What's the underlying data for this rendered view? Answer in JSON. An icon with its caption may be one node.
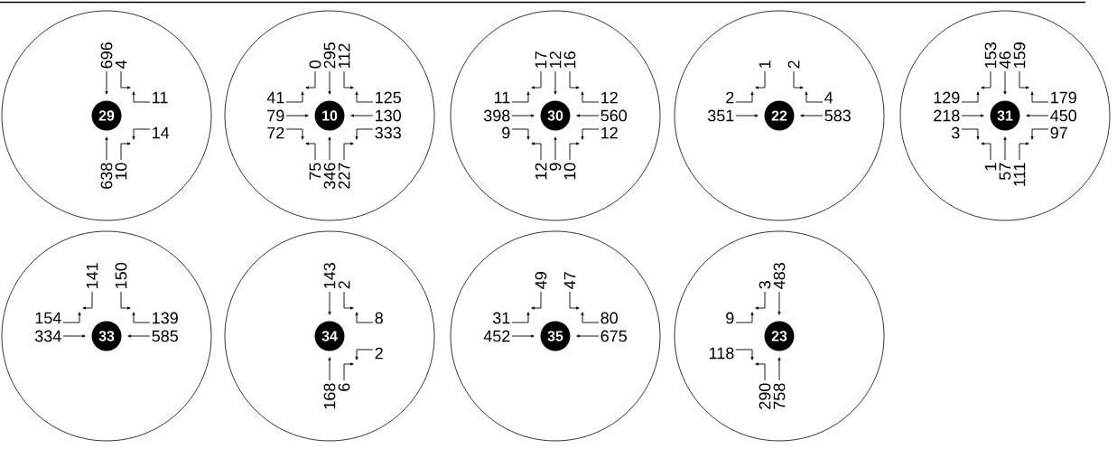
{
  "diagram": {
    "nodes": [
      {
        "text": [],
        "shape": "circle"
      },
      {
        "text": [
          "29"
        ],
        "in": 0,
        "beside": [
          "696",
          "4",
          "11",
          "14",
          "638",
          "10"
        ]
      },
      {
        "text": [],
        "shape": "circle"
      },
      {
        "text": [
          "10"
        ],
        "in": 2,
        "beside": [
          "0",
          "295",
          "112",
          "41",
          "125",
          "79",
          "130",
          "72",
          "333",
          "75",
          "346",
          "227"
        ]
      },
      {
        "text": [],
        "shape": "circle"
      },
      {
        "text": [
          "30"
        ],
        "in": 4,
        "beside": [
          "17",
          "12",
          "16",
          "11",
          "12",
          "398",
          "560",
          "9",
          "12",
          "12",
          "9",
          "10"
        ]
      },
      {
        "text": [],
        "shape": "circle"
      },
      {
        "text": [
          "22"
        ],
        "in": 6,
        "beside": [
          "1",
          "2",
          "2",
          "4",
          "351",
          "583"
        ]
      },
      {
        "text": [],
        "shape": "circle"
      },
      {
        "text": [
          "31"
        ],
        "in": 8,
        "beside": [
          "153",
          "46",
          "159",
          "129",
          "179",
          "218",
          "450",
          "3",
          "97",
          "1",
          "57",
          "111"
        ]
      },
      {
        "text": [],
        "shape": "circle"
      },
      {
        "text": [
          "33"
        ],
        "in": 10,
        "beside": [
          "141",
          "150",
          "154",
          "139",
          "334",
          "585"
        ]
      },
      {
        "text": [],
        "shape": "circle"
      },
      {
        "text": [
          "34"
        ],
        "in": 12,
        "beside": [
          "143",
          "2",
          "8",
          "2",
          "168",
          "6"
        ]
      },
      {
        "text": [],
        "shape": "circle"
      },
      {
        "text": [
          "35"
        ],
        "in": 14,
        "beside": [
          "49",
          "47",
          "31",
          "80",
          "452",
          "675"
        ]
      },
      {
        "text": [],
        "shape": "circle"
      },
      {
        "text": [
          "23"
        ],
        "in": 16,
        "beside": [
          "3",
          "483",
          "9",
          "118",
          "290",
          "758"
        ]
      }
    ]
  }
}
